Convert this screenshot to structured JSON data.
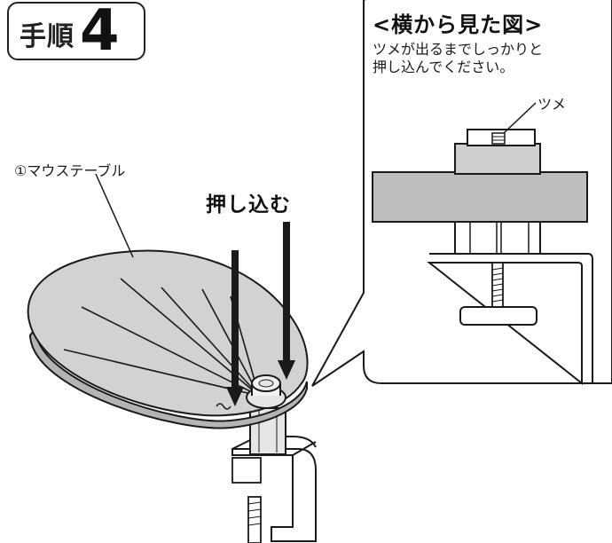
{
  "step": {
    "label": "手順",
    "number": "4"
  },
  "side_view": {
    "title": "<横から見た図>",
    "note_line1": "ツメが出るまでしっかりと",
    "note_line2": "押し込んでください。",
    "tsume_label": "ツメ"
  },
  "main": {
    "table_label": "①マウステーブル",
    "push_label": "押し込む"
  },
  "colors": {
    "line": "#1a1a1a",
    "table_fill": "#d2d2d2",
    "table_edge": "#b4b4b4",
    "block_fill": "#cfcfcf",
    "band_fill": "#bdbdbd",
    "metal_fill": "#e6e6e6"
  }
}
